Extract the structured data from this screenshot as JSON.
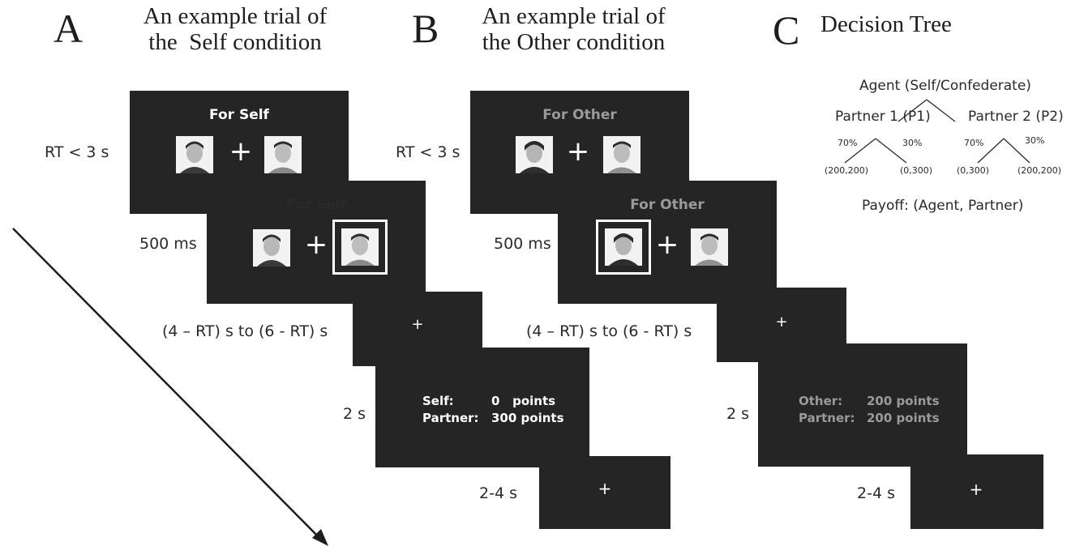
{
  "panel_a": {
    "letter": "A",
    "title_line1": "An example trial of",
    "title_line2": "the  Self condition",
    "screen1_title": "For Self",
    "screen2_title": "For Self",
    "timing_choice": "RT < 3 s",
    "timing_feedback_highlight": "500 ms",
    "timing_iti": "(4 – RT) s  to (6 - RT) s",
    "timing_outcome": "2 s",
    "timing_final": "2-4  s",
    "outcome_row1_label": "Self:",
    "outcome_row1_value": "0   points",
    "outcome_row2_label": "Partner:",
    "outcome_row2_value": "300 points",
    "fixation": "+",
    "title_color": "#ffffff",
    "outcome_color": "#ffffff"
  },
  "panel_b": {
    "letter": "B",
    "title_line1": "An example trial of",
    "title_line2": "the Other condition",
    "screen1_title": "For Other",
    "screen2_title": "For Other",
    "timing_choice": "RT < 3 s",
    "timing_feedback_highlight": "500 ms",
    "timing_iti": "(4 – RT) s  to (6 - RT) s",
    "timing_outcome": "2 s",
    "timing_final": "2-4  s",
    "outcome_row1_label": "Other:",
    "outcome_row1_value": "200 points",
    "outcome_row2_label": "Partner:",
    "outcome_row2_value": "200 points",
    "fixation": "+",
    "title_color": "#9a9a9a",
    "outcome_color": "#9a9a9a"
  },
  "panel_c": {
    "letter": "C",
    "title": "Decision Tree",
    "root": "Agent (Self/Confederate)",
    "partner1": "Partner 1 (P1)",
    "partner2": "Partner 2 (P2)",
    "p1_left_prob": "70%",
    "p1_right_prob": "30%",
    "p2_left_prob": "70%",
    "p2_right_prob": "30%",
    "p1_left_payoff": "(200,200)",
    "p1_right_payoff": "(0,300)",
    "p2_left_payoff": "(0,300)",
    "p2_right_payoff": "(200,200)",
    "payoff_legend": "Payoff: (Agent, Partner)"
  },
  "colors": {
    "screen_background": "#252525",
    "page_background": "#ffffff",
    "highlight_frame": "#ffffff",
    "other_condition_text": "#9a9a9a"
  }
}
